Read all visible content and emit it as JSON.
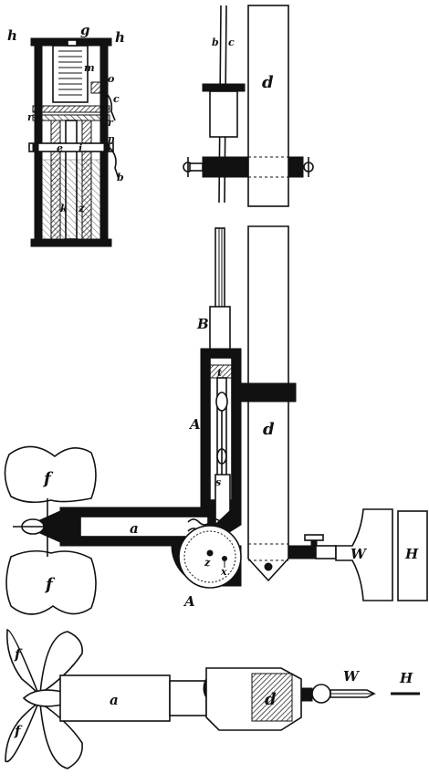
{
  "figure": {
    "labels": {
      "top_left": {
        "h_left": "h",
        "g": "g",
        "h_right": "h",
        "m": "m",
        "o": "o",
        "c": "c",
        "r_left": "r",
        "r_right": "r",
        "n": "n",
        "e": "e",
        "i": "i",
        "b": "b",
        "k": "k",
        "z": "z"
      },
      "top_right": {
        "b": "b",
        "c": "c",
        "d": "d"
      },
      "main": {
        "B": "B",
        "t": "t",
        "A_upper": "A",
        "d": "d",
        "f_upper": "f",
        "f_lower": "f",
        "a": "a",
        "s": "s",
        "z": "z",
        "x": "x",
        "A_lower": "A",
        "W": "W",
        "H": "H"
      },
      "bottom": {
        "f_upper": "f",
        "f_lower": "f",
        "a": "a",
        "d": "d",
        "W": "W",
        "H": "H"
      }
    },
    "colors": {
      "ink": "#111111",
      "paper": "#ffffff"
    }
  }
}
